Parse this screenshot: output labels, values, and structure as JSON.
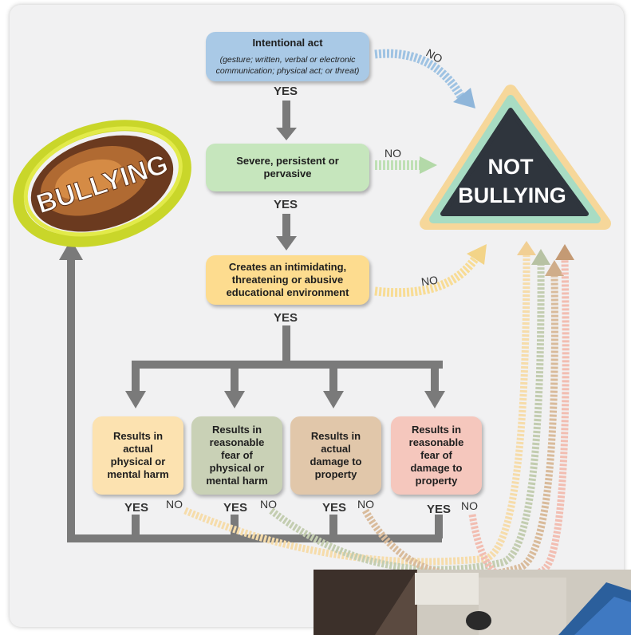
{
  "colors": {
    "arrow_gray": "#7a7a7a",
    "intentional_blue": "#a9c9e6",
    "severe_green": "#c6e6bd",
    "creates_yellow": "#fddc8f",
    "outcome1_cream": "#fce2b0",
    "outcome2_sage": "#c9d1b6",
    "outcome3_tan": "#e1c7aa",
    "outcome4_pink": "#f5c7bd"
  },
  "intentional": {
    "title": "Intentional act",
    "subtitle": "(gesture; written, verbal or electronic communication; physical act; or threat)"
  },
  "severe": {
    "text": "Severe, persistent or pervasive"
  },
  "creates": {
    "text": "Creates an intimidating, threatening or abusive educational environment"
  },
  "outcomes": [
    {
      "text": "Results in\nactual\nphysical or\nmental harm"
    },
    {
      "text": "Results in\nreasonable\nfear of\nphysical or\nmental harm"
    },
    {
      "text": "Results in\nactual\ndamage to\nproperty"
    },
    {
      "text": "Results in\nreasonable\nfear of\ndamage to\nproperty"
    }
  ],
  "labels": {
    "yes": "YES",
    "no": "NO"
  },
  "bullying": {
    "text": "BULLYING"
  },
  "not_bullying": {
    "line1": "NOT",
    "line2": "BULLYING"
  },
  "photo": {
    "icon": "classroom-photo"
  }
}
